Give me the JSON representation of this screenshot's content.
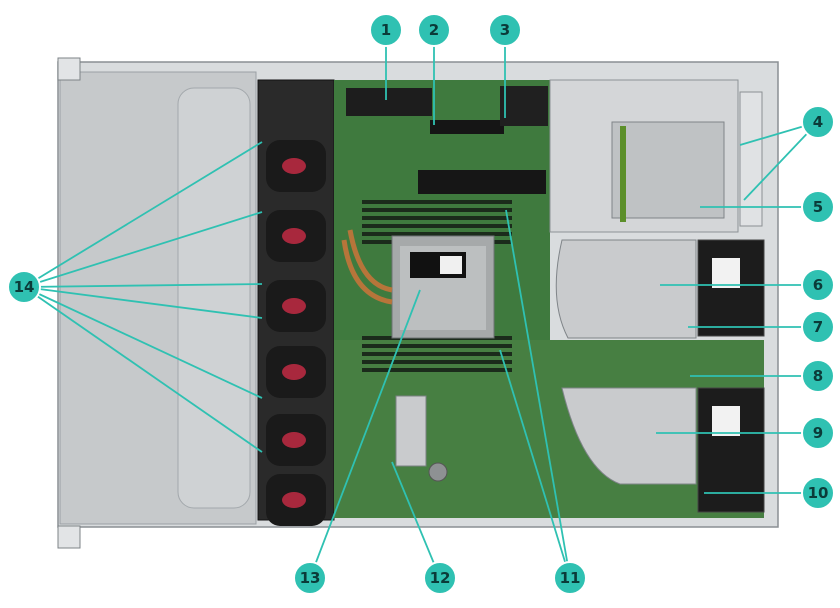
{
  "colors": {
    "callout_fill": "#2fc1b2",
    "callout_text": "#0b3b39",
    "leader": "#2fc1b2",
    "chassis_metal": "#c9ccce",
    "board_green": "#3f7a3e",
    "fan_black": "#1a1a1a",
    "fan_hub": "#a8283d"
  },
  "callouts": [
    {
      "id": "1",
      "label": "1"
    },
    {
      "id": "2",
      "label": "2"
    },
    {
      "id": "3",
      "label": "3"
    },
    {
      "id": "4",
      "label": "4"
    },
    {
      "id": "5",
      "label": "5"
    },
    {
      "id": "6",
      "label": "6"
    },
    {
      "id": "7",
      "label": "7"
    },
    {
      "id": "8",
      "label": "8"
    },
    {
      "id": "9",
      "label": "9"
    },
    {
      "id": "10",
      "label": "10"
    },
    {
      "id": "11",
      "label": "11"
    },
    {
      "id": "12",
      "label": "12"
    },
    {
      "id": "13",
      "label": "13"
    },
    {
      "id": "14",
      "label": "14"
    }
  ]
}
